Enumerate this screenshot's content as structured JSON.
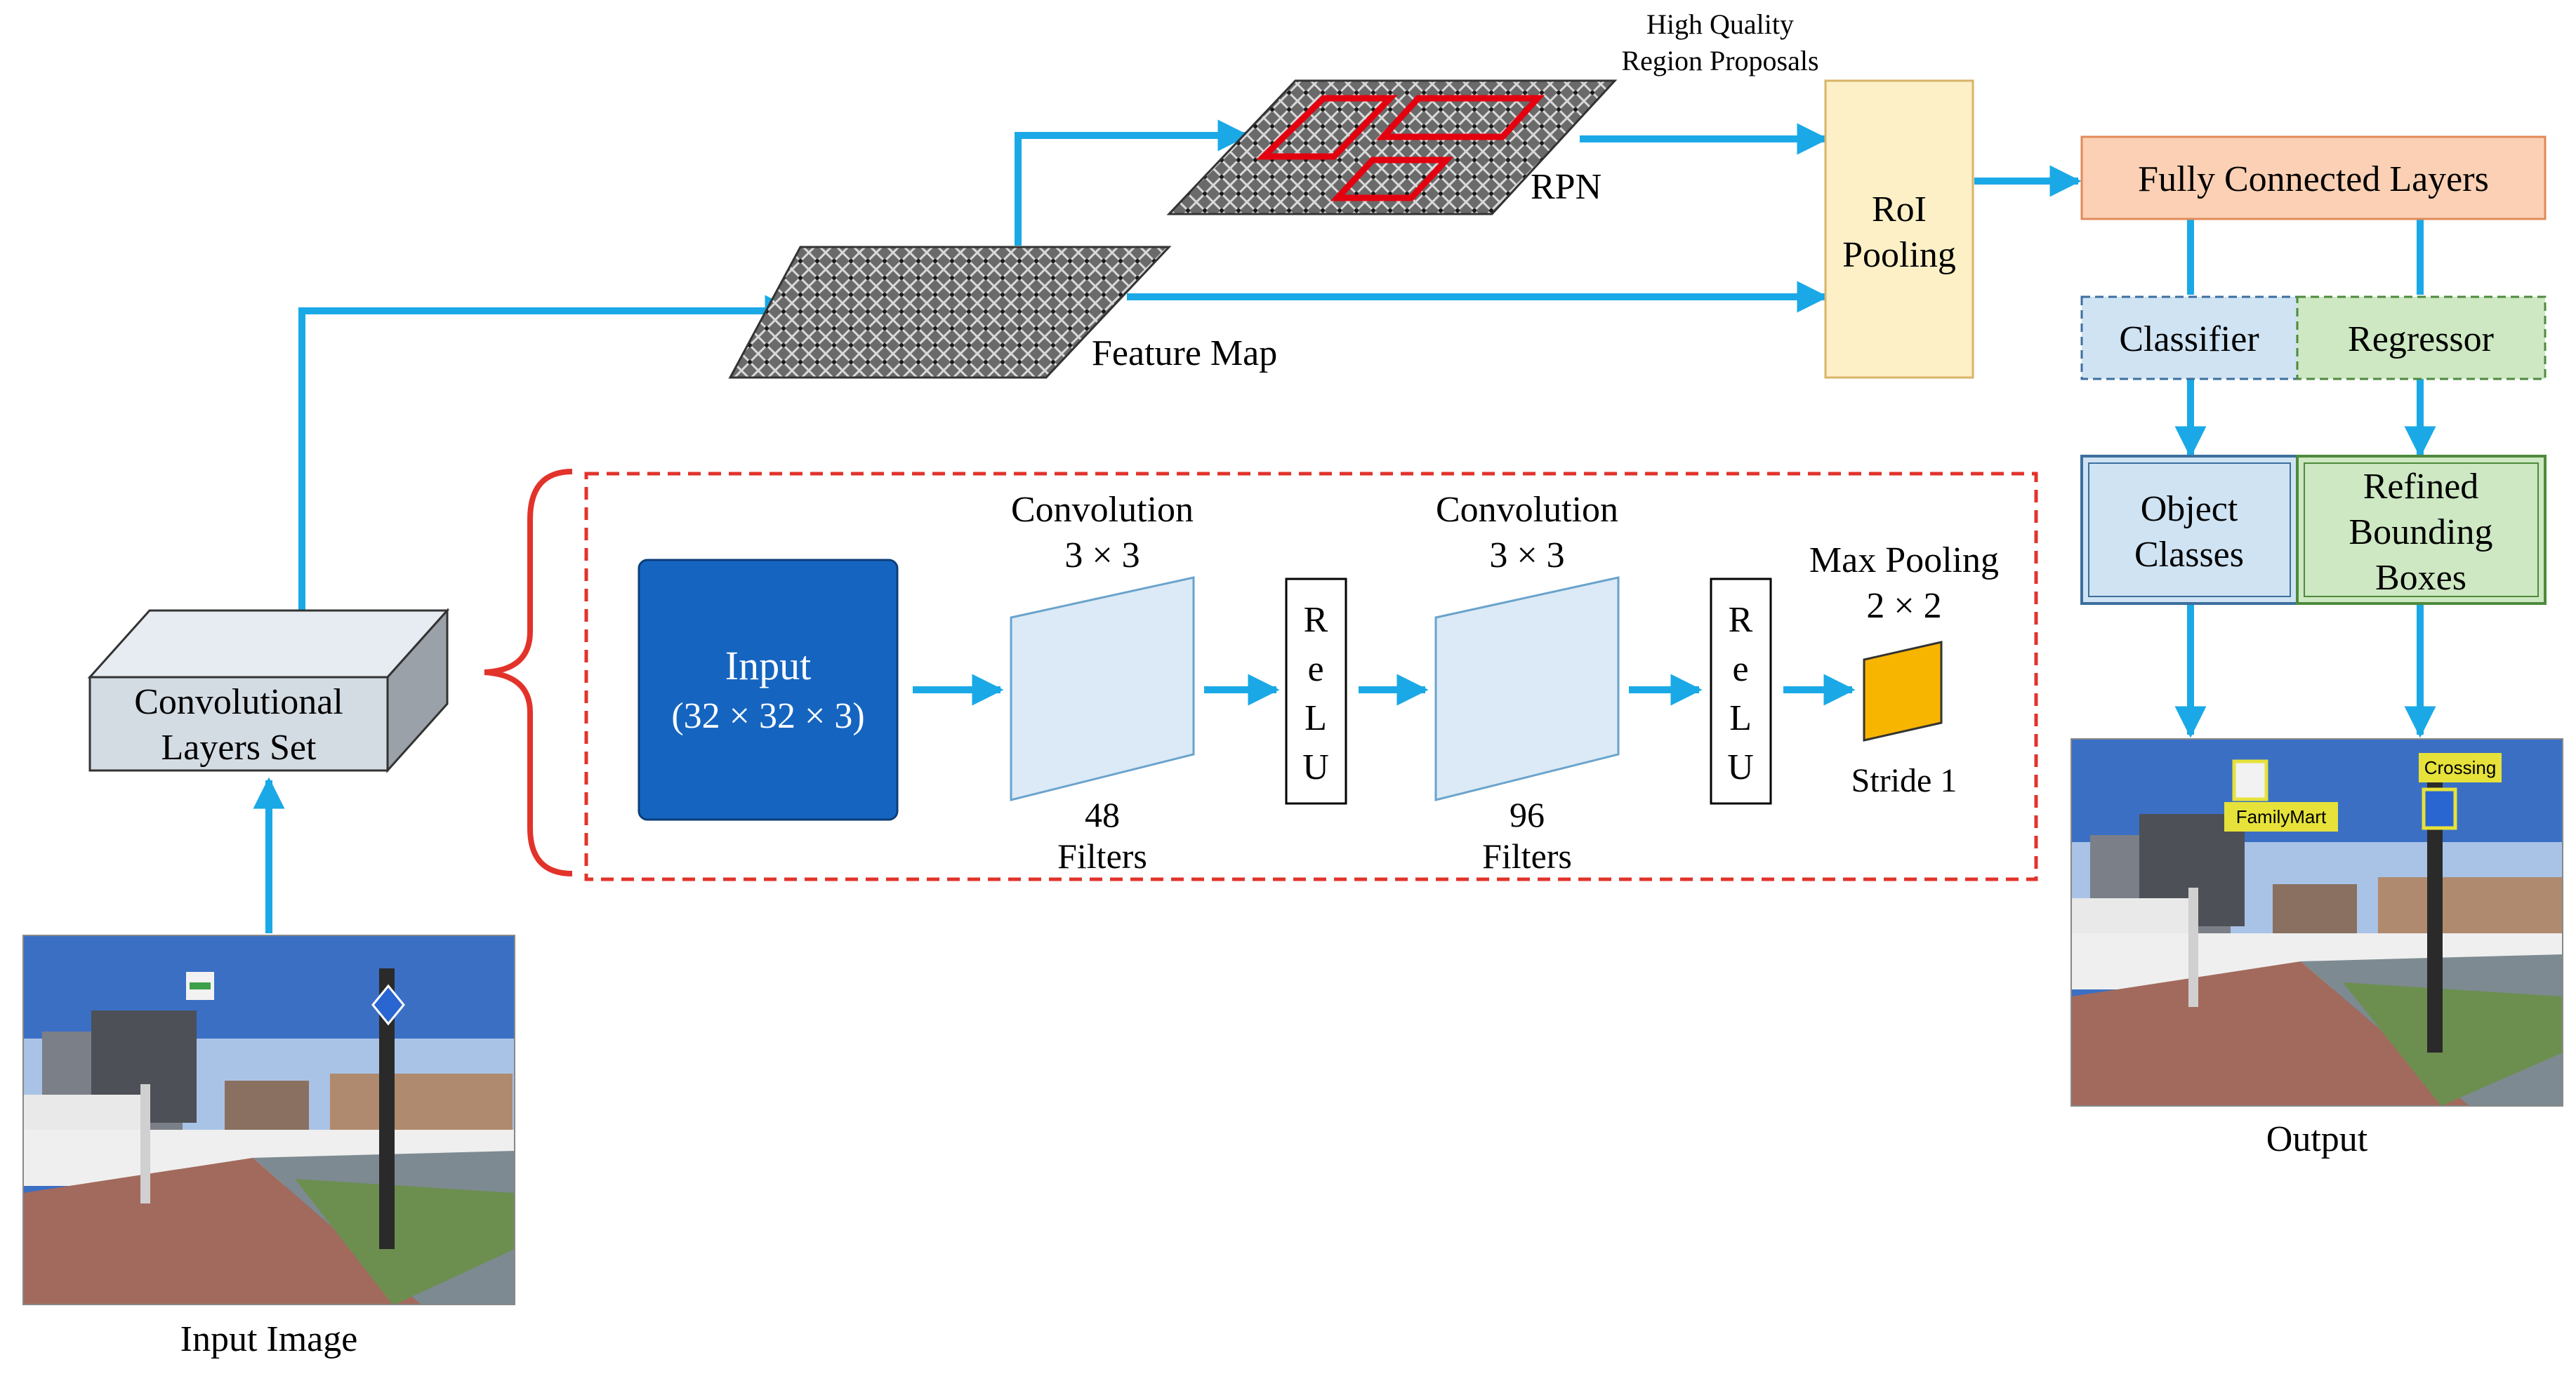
{
  "top_annotation": {
    "line1": "High Quality",
    "line2": "Region Proposals"
  },
  "rpn_label": "RPN",
  "feature_map_label": "Feature Map",
  "roi_pooling": {
    "line1": "RoI",
    "line2": "Pooling"
  },
  "fully_connected_label": "Fully Connected Layers",
  "classifier_label": "Classifier",
  "regressor_label": "Regressor",
  "object_classes": {
    "line1": "Object",
    "line2": "Classes"
  },
  "refined_boxes": {
    "line1": "Refined",
    "line2": "Bounding",
    "line3": "Boxes"
  },
  "conv_layers_set": {
    "line1": "Convolutional",
    "line2": "Layers Set"
  },
  "input_image_label": "Input Image",
  "output_label": "Output",
  "detail": {
    "input": {
      "title": "Input",
      "dims": "(32 × 32 × 3)"
    },
    "conv1": {
      "title": "Convolution",
      "kernel": "3 × 3",
      "count": "48",
      "unit": "Filters"
    },
    "relu1": [
      "R",
      "e",
      "L",
      "U"
    ],
    "conv2": {
      "title": "Convolution",
      "kernel": "3 × 3",
      "count": "96",
      "unit": "Filters"
    },
    "relu2": [
      "R",
      "e",
      "L",
      "U"
    ],
    "maxpool": {
      "title": "Max Pooling",
      "size": "2 × 2",
      "stride": "Stride 1"
    }
  },
  "output_detections": [
    "FamilyMart",
    "Crossing"
  ],
  "colors": {
    "arrow": "#1aa9e6",
    "input_block": "#1565c0",
    "conv_layer": "#dbeaf6",
    "fully_connected": "#fbd0b4",
    "classifier": "#cfe3f3",
    "regressor": "#cde8c2",
    "roi_pooling": "#fdf0c6",
    "pooling_output": "#f7b500",
    "detail_frame": "#e2332b",
    "proposal_box": "#e3000f",
    "detection_label": "#e6e23a"
  }
}
